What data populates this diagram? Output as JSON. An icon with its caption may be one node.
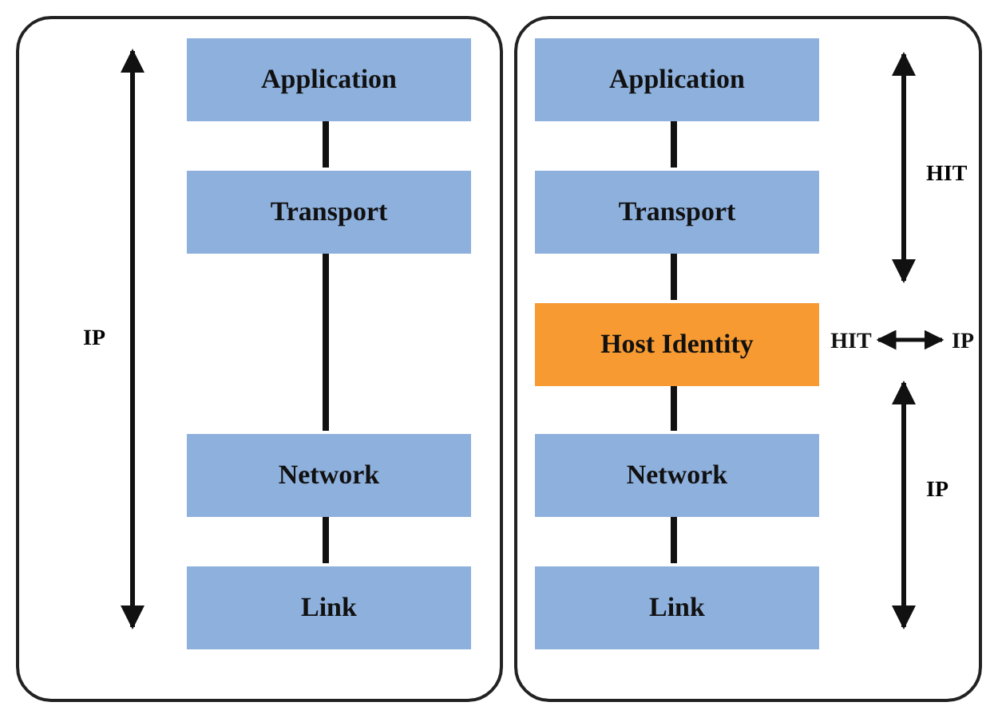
{
  "diagram": {
    "nodes": [
      {
        "text": [],
        "shape": "box"
      },
      {
        "text": [
          "Application"
        ],
        "in": 0
      },
      {
        "text": [
          "Transport"
        ],
        "in": 0
      },
      {
        "text": [
          "Network"
        ],
        "in": 0
      },
      {
        "text": [
          "Link"
        ],
        "in": 0
      },
      {
        "text": [],
        "shape": "box"
      },
      {
        "text": [
          "Application"
        ],
        "in": 5
      },
      {
        "text": [
          "Transport"
        ],
        "in": 5
      },
      {
        "text": [
          "Host Identity"
        ],
        "in": 5
      },
      {
        "text": [
          "Network"
        ],
        "in": 5
      },
      {
        "text": [
          "Link"
        ],
        "in": 5
      },
      {
        "text": [
          "HIT"
        ],
        "in": 5
      },
      {
        "text": [
          "IP"
        ],
        "in": 5
      }
    ],
    "edges": [
      {
        "from": 1,
        "to": 2,
        "arrow": "none"
      },
      {
        "from": 2,
        "to": 3,
        "arrow": "none"
      },
      {
        "from": 3,
        "to": 4,
        "arrow": "none"
      },
      {
        "from": 6,
        "to": 7,
        "arrow": "none"
      },
      {
        "from": 7,
        "to": 8,
        "arrow": "none"
      },
      {
        "from": 8,
        "to": 9,
        "arrow": "none"
      },
      {
        "from": 9,
        "to": 10,
        "arrow": "none"
      },
      {
        "from": 11,
        "to": 12,
        "arrow": "both"
      }
    ],
    "labels": [
      "IP",
      "HIT",
      "IP"
    ]
  }
}
